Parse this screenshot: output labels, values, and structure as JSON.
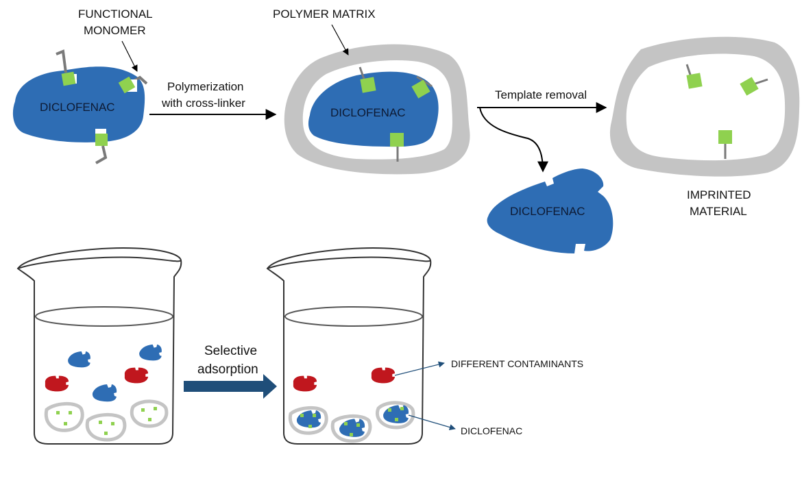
{
  "labels": {
    "functional_monomer_line1": "FUNCTIONAL",
    "functional_monomer_line2": "MONOMER",
    "polymer_matrix": "POLYMER MATRIX",
    "polymerization_line1": "Polymerization",
    "polymerization_line2": "with cross-linker",
    "template_removal": "Template removal",
    "imprinted_line1": "IMPRINTED",
    "imprinted_line2": "MATERIAL",
    "diclofenac_template": "DICLOFENAC",
    "diclofenac_in_matrix": "DICLOFENAC",
    "diclofenac_removed": "DICLOFENAC",
    "selective_line1": "Selective",
    "selective_line2": "adsorption",
    "different_contaminants": "DIFFERENT CONTAMINANTS",
    "diclofenac_callout": "DICLOFENAC"
  },
  "colors": {
    "diclofenac": "#2e6db4",
    "contaminant": "#c0171e",
    "monomer": "#8fd14f",
    "polymer": "#c4c4c4",
    "stem": "#7a7a7a",
    "arrow": "#1f4e79",
    "liquid_line": "#555555"
  }
}
